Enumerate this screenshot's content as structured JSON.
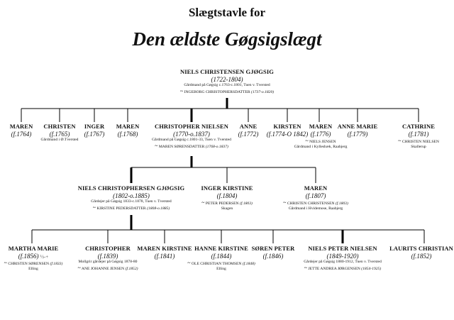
{
  "header": {
    "line1": "Slægtstavle for",
    "line2": "Den ældste Gøgsigslægt"
  },
  "gen1": {
    "name": "NIELS CHRISTENSEN GJØGSIG",
    "dates": "(1722-1804)",
    "info": "Gårdmand på Gøgsig c.1763-c.1801, Tuen v. Tversted",
    "spouse": "INGEBORG CHRISTOPHERSDATTER",
    "spouse_dates": "(1737-o.1820)"
  },
  "gen2": [
    {
      "name": "MAREN",
      "dates": "(f.1764)"
    },
    {
      "name": "CHRISTEN",
      "dates": "(f.1765)",
      "info": "Gårdmand i Ø.Tversted"
    },
    {
      "name": "INGER",
      "dates": "(f.1767)"
    },
    {
      "name": "MAREN",
      "dates": "(f.1768)"
    },
    {
      "name": "CHRISTOPHER NIELSEN",
      "dates": "(1770-o.1837)",
      "info": "Gårdmand på Gøgsig c.1801-33, Tuen v. Tversted",
      "spouse": "MAREN SØRENSDATTER",
      "spouse_dates": "(1768-o.1837)"
    },
    {
      "name": "ANNE",
      "dates": "(f.1772)"
    },
    {
      "name": "KIRSTEN",
      "dates": "(f.1774-O 1842)"
    },
    {
      "name": "MAREN",
      "dates": "(f.1776)",
      "spouse": "NIELS JENSEN",
      "info": "Gårdmand i Kyllesbæk, Raabjerg"
    },
    {
      "name": "ANNE MARIE",
      "dates": "(f.1779)"
    },
    {
      "name": "CATHRINE",
      "dates": "(f.1781)",
      "spouse": "CHRISTEN NIELSEN",
      "info": "Skallerup"
    }
  ],
  "gen3": [
    {
      "name": "NIELS CHRISTOPHERSEN GJØGSIG",
      "dates": "(1802-o.1885)",
      "info": "Gårdejer på Gøgsig 1833-c.1878, Tuen v. Tversted",
      "spouse": "KIRSTINE PEDERSDATTER",
      "spouse_dates": "(1808-o.1885)"
    },
    {
      "name": "INGER KIRSTINE",
      "dates": "(f.1804)",
      "spouse": "PETER PEDERSEN",
      "spouse_dates": "(f.1803)",
      "info": "Skagen"
    },
    {
      "name": "MAREN",
      "dates": "(f.1807)",
      "spouse": "CHRISTEN CHRISTENSEN",
      "spouse_dates": "(f.1803)",
      "info": "Gårdmand i Hvidemose, Raabjerg"
    }
  ],
  "gen4": [
    {
      "name": "MARTHA MARIE",
      "dates": "(f.1856)",
      "dates_note": "½-+",
      "spouse": "CHRISTEN SØRENSEN",
      "spouse_dates": "(f.1833)",
      "info": "Elling"
    },
    {
      "name": "CHRISTOPHER",
      "dates": "(f.1839)",
      "info": "Mollgrir gårdejer på Gøgsig 1878-80",
      "spouse": "ANE JOHANNE JENSEN",
      "spouse_dates": "(f.1852)"
    },
    {
      "name": "MAREN KIRSTINE",
      "dates": "(f.1841)"
    },
    {
      "name": "HANNE KIRSTINE",
      "dates": "(f.1844)",
      "spouse": "OLE CHRISTIAN THOMSEN",
      "spouse_dates": "(f.1848)",
      "info": "Elling"
    },
    {
      "name": "SØREN PETER",
      "dates": "(f.1846)"
    },
    {
      "name": "NIELS PETER NIELSEN",
      "dates": "(1849-1920)",
      "info": "Gårdejer på Gøgsig 1880-1912, Tuen v. Tversted",
      "spouse": "JETTE ANDREA JØRGENSEN",
      "spouse_dates": "(1854-1925)"
    },
    {
      "name": "LAURITS CHRISTIAN",
      "dates": "(f.1852)"
    }
  ]
}
